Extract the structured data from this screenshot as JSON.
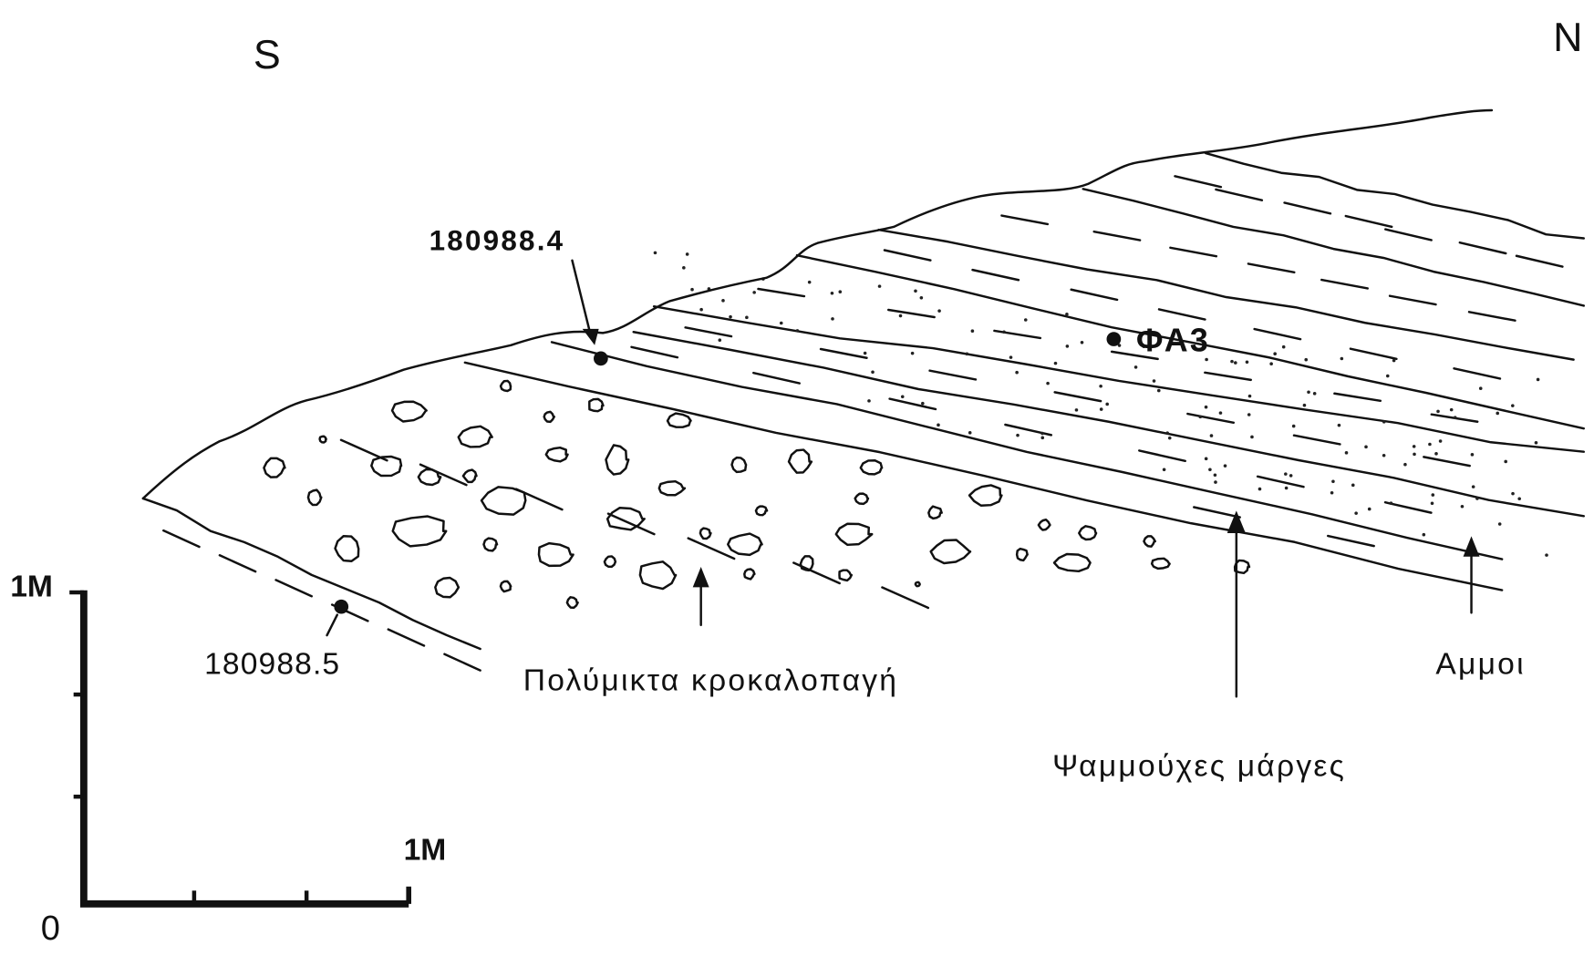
{
  "orientation": {
    "south": "S",
    "north": "N"
  },
  "samples": [
    {
      "id": "180988.4"
    },
    {
      "id": "ΦΑ3"
    },
    {
      "id": "180988.5"
    }
  ],
  "units": [
    {
      "label": "Πολύμικτα κροκαλοπαγή"
    },
    {
      "label": "Ψαμμούχες μάργες"
    },
    {
      "label": "Αμμοι"
    }
  ],
  "scale": {
    "vertical_label": "1M",
    "horizontal_label": "1M",
    "origin_label": "0"
  }
}
